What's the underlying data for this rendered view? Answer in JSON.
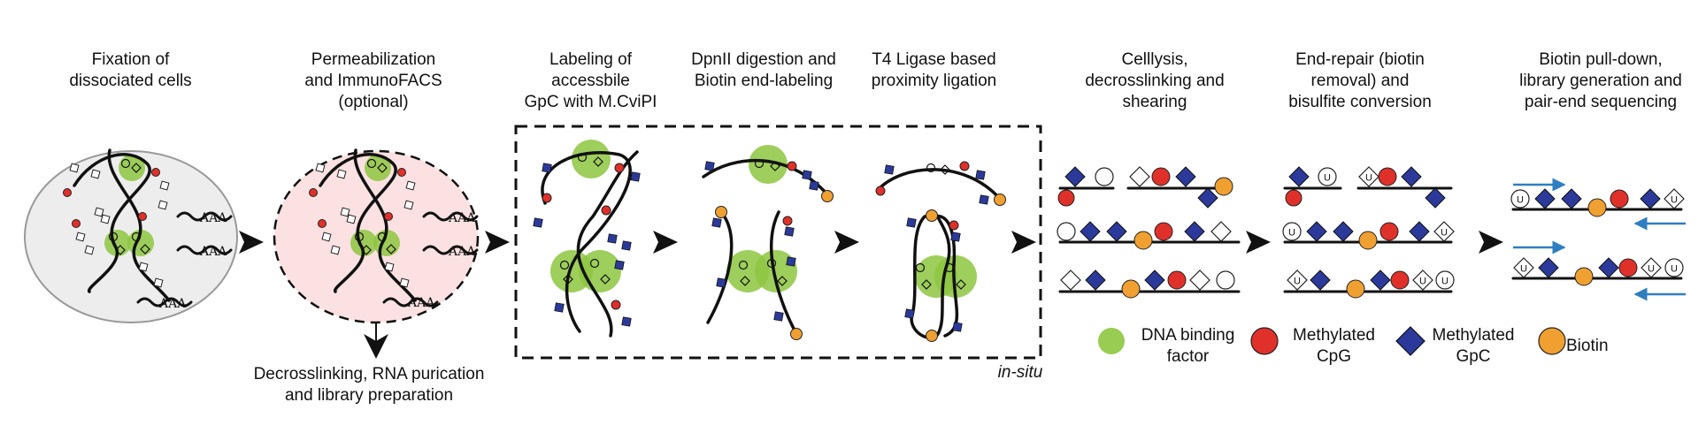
{
  "steps": [
    {
      "lines": [
        "Fixation of",
        "dissociated cells"
      ]
    },
    {
      "lines": [
        "Permeabilization",
        "and ImmunoFACS",
        "(optional)"
      ]
    },
    {
      "lines": [
        "Labeling of",
        "accessbile",
        "GpC with M.CviPI"
      ]
    },
    {
      "lines": [
        "DpnII digestion and",
        "Biotin end-labeling"
      ]
    },
    {
      "lines": [
        "T4 Ligase based",
        "proximity ligation"
      ]
    },
    {
      "lines": [
        "Celllysis,",
        "decrosslinking and",
        "shearing"
      ]
    },
    {
      "lines": [
        "End-repair (biotin",
        "removal) and",
        "bisulfite conversion"
      ]
    },
    {
      "lines": [
        "Biotin pull-down,",
        "library generation and",
        "pair-end sequencing"
      ]
    }
  ],
  "rna_branch": {
    "lines": [
      "Decrosslinking, RNA purication",
      "and library preparation"
    ]
  },
  "polyA": "AAA",
  "insitu_label": "in-situ",
  "u_letter": "U",
  "legend": [
    {
      "label": [
        "DNA binding",
        "factor"
      ],
      "symbol": "green-circle"
    },
    {
      "label": [
        "Methylated",
        "CpG"
      ],
      "symbol": "red-circle"
    },
    {
      "label": [
        "Methylated",
        "GpC"
      ],
      "symbol": "blue-diamond"
    },
    {
      "label": [
        "Biotin"
      ],
      "symbol": "orange-circle"
    }
  ],
  "colors": {
    "dna_binding_factor": "#8dc63f",
    "methylated_cpg": "#e0302a",
    "methylated_gpc": "#2b3a9a",
    "biotin": "#f0a030",
    "cell_fill": "#ededed",
    "permeabilized_fill": "#fbe1e1",
    "sequencing_arrow": "#2f7ec1"
  }
}
